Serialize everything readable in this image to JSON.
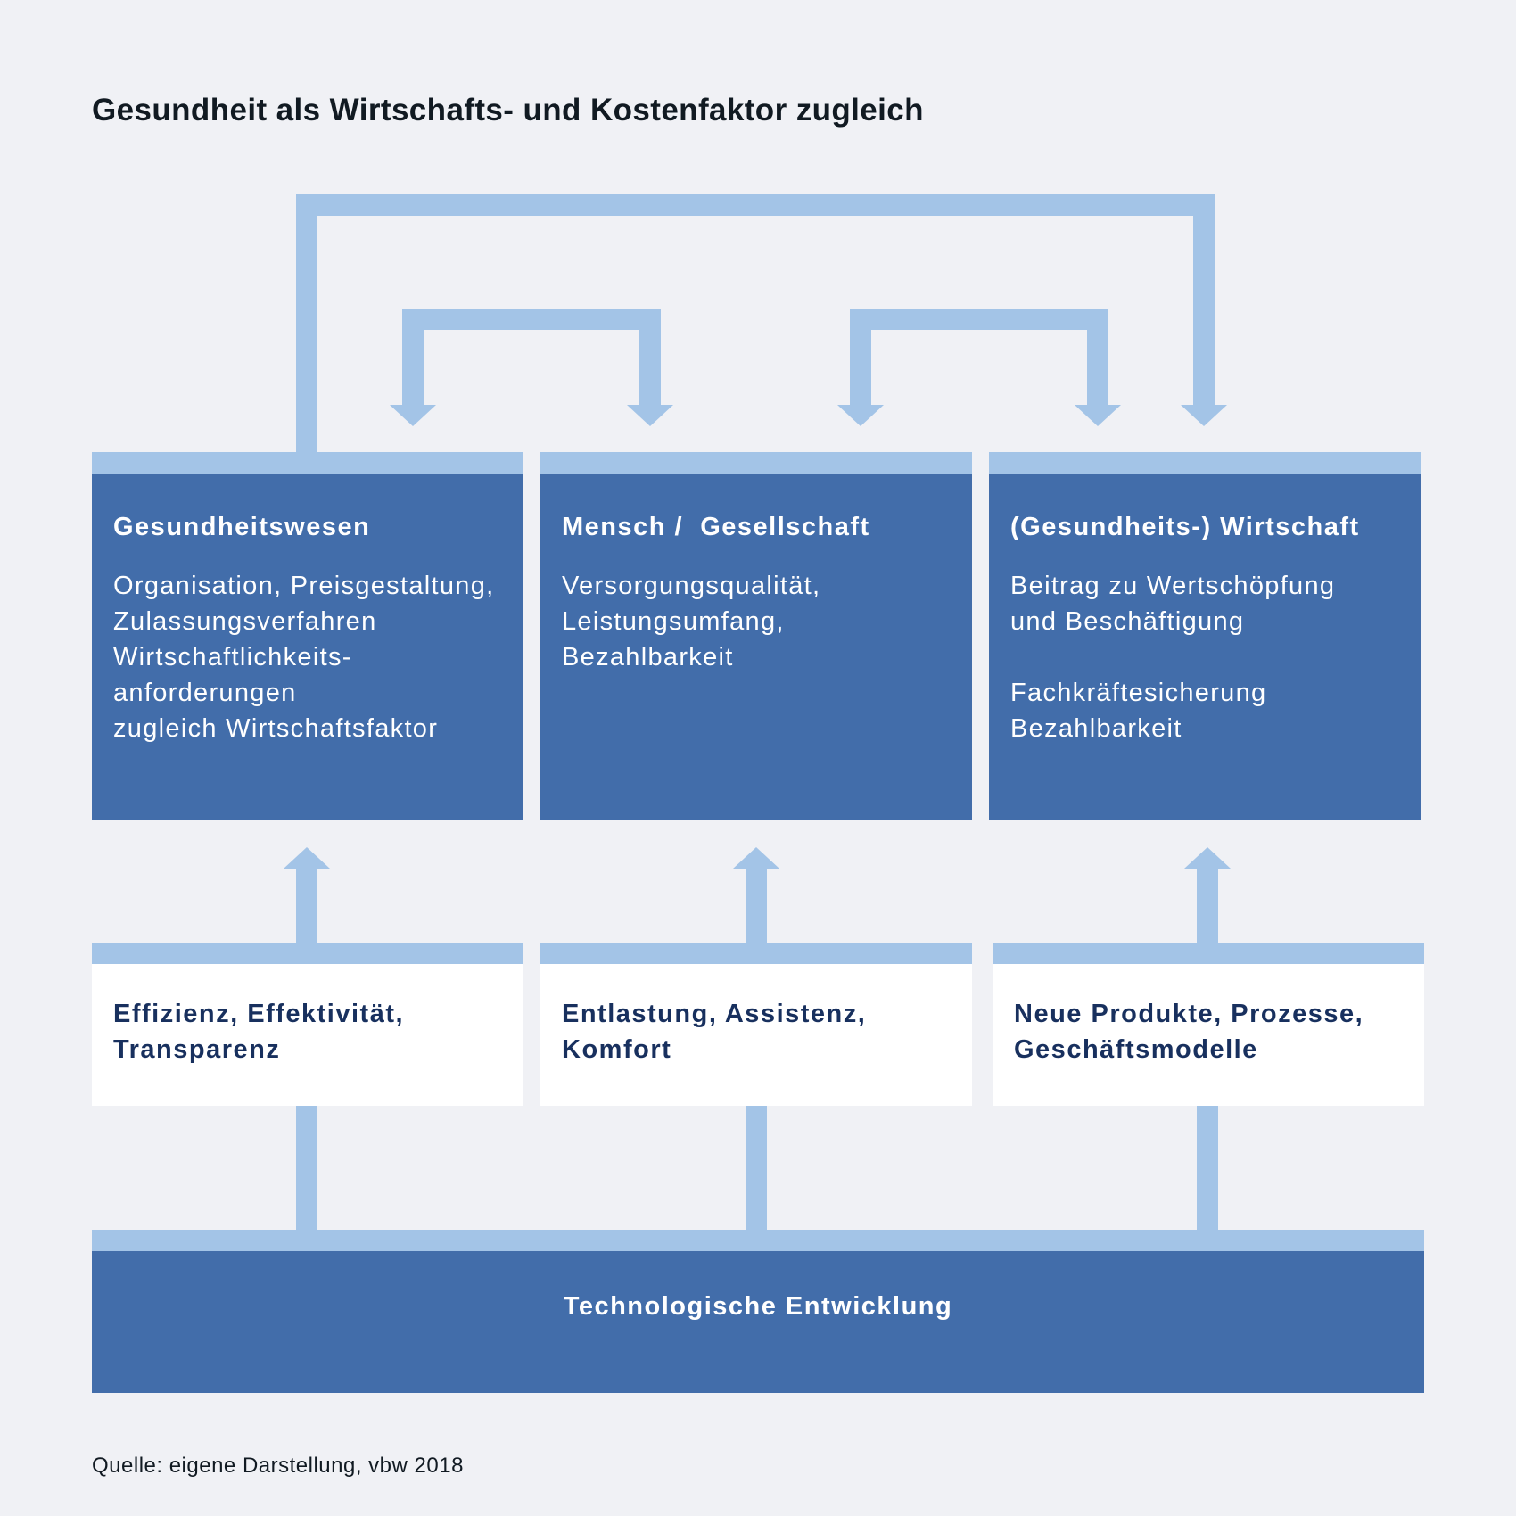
{
  "title": "Gesundheit als Wirtschafts- und Kostenfaktor zugleich",
  "source": "Quelle: eigene Darstellung, vbw 2018",
  "colors": {
    "dark_blue": "#426daa",
    "light_blue": "#a3c4e7",
    "background": "#f0f1f5",
    "navy_text": "#18305e"
  },
  "domains": [
    {
      "title": "Gesundheitswesen",
      "lines": [
        "Organisation, Preisgestaltung,",
        "Zulassungsverfahren",
        "Wirtschaftlichkeits-",
        "anforderungen",
        "zugleich Wirtschaftsfaktor"
      ]
    },
    {
      "title": "Mensch /  Gesellschaft",
      "lines": [
        "Versorgungsqualität,",
        "Leistungsumfang,",
        "Bezahlbarkeit"
      ]
    },
    {
      "title": "(Gesundheits-) Wirtschaft",
      "lines_a": [
        "Beitrag zu Wertschöpfung",
        "und Beschäftigung"
      ],
      "lines_b": [
        "Fachkräftesicherung",
        "Bezahlbarkeit"
      ]
    }
  ],
  "impacts": [
    {
      "lines": [
        "Effizienz, Effektivität,",
        "Transparenz"
      ]
    },
    {
      "lines": [
        "Entlastung, Assistenz,",
        "Komfort"
      ]
    },
    {
      "lines": [
        "Neue Produkte, Prozesse,",
        "Geschäftsmodelle"
      ]
    }
  ],
  "base": {
    "label": "Technologische Entwicklung"
  }
}
